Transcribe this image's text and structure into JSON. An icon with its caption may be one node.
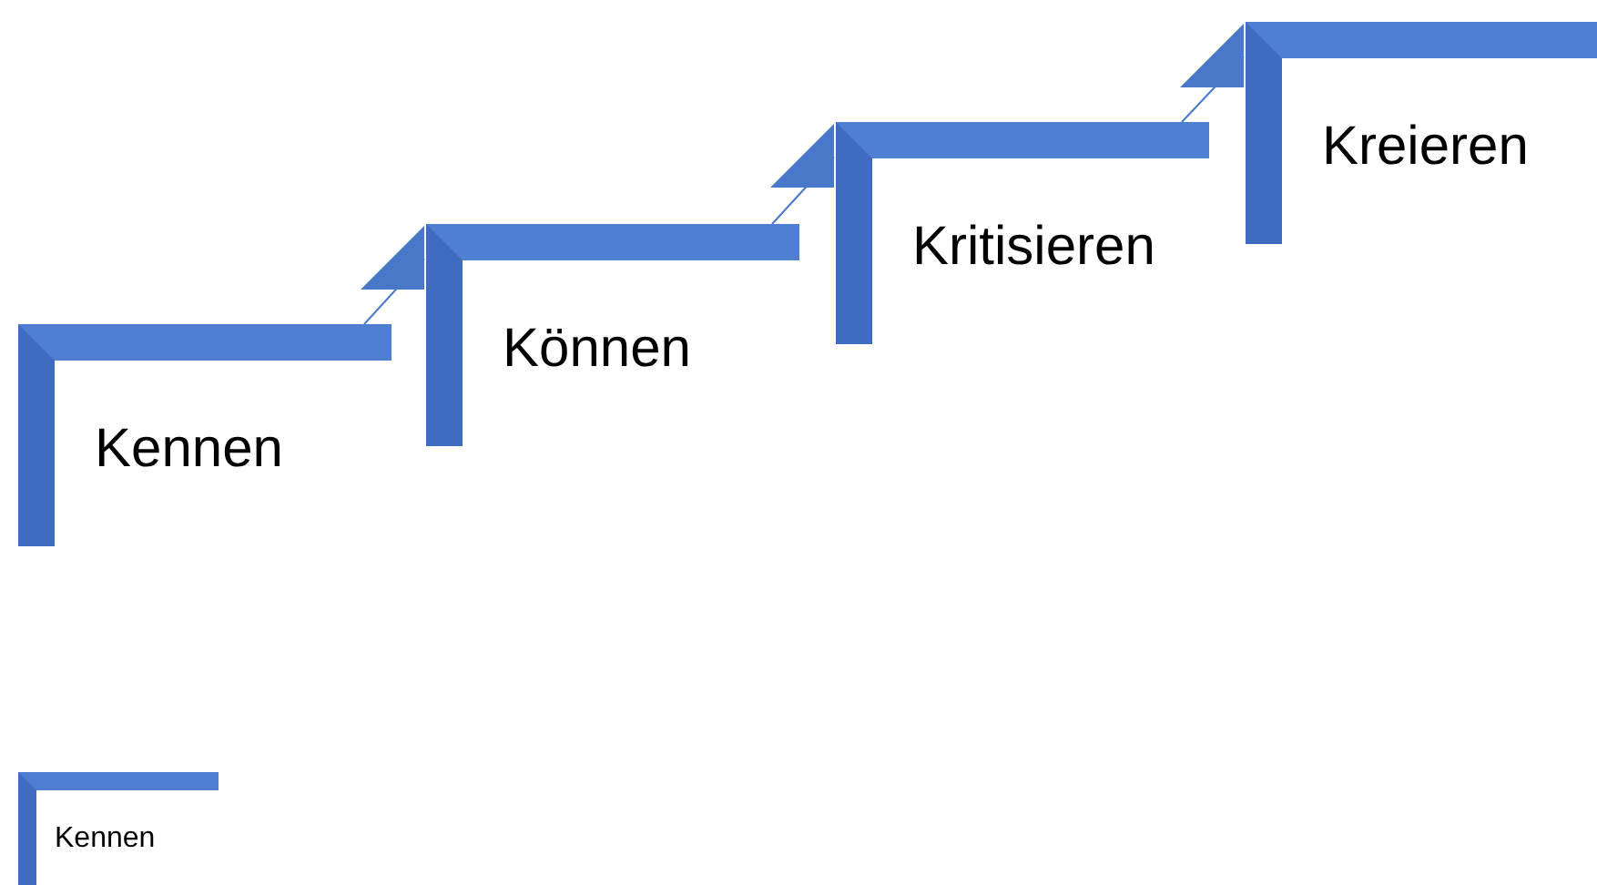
{
  "diagram": {
    "nodes": [
      {
        "text": [
          "Kennen"
        ]
      },
      {
        "text": [
          "Können"
        ]
      },
      {
        "text": [
          "Kritisieren"
        ]
      },
      {
        "text": [
          "Kreieren"
        ]
      },
      {
        "text": [
          "Kennen"
        ]
      }
    ],
    "edges": [
      {
        "from": 0,
        "to": 1,
        "arrow": "to"
      },
      {
        "from": 1,
        "to": 2,
        "arrow": "to"
      },
      {
        "from": 2,
        "to": 3,
        "arrow": "to"
      }
    ]
  }
}
